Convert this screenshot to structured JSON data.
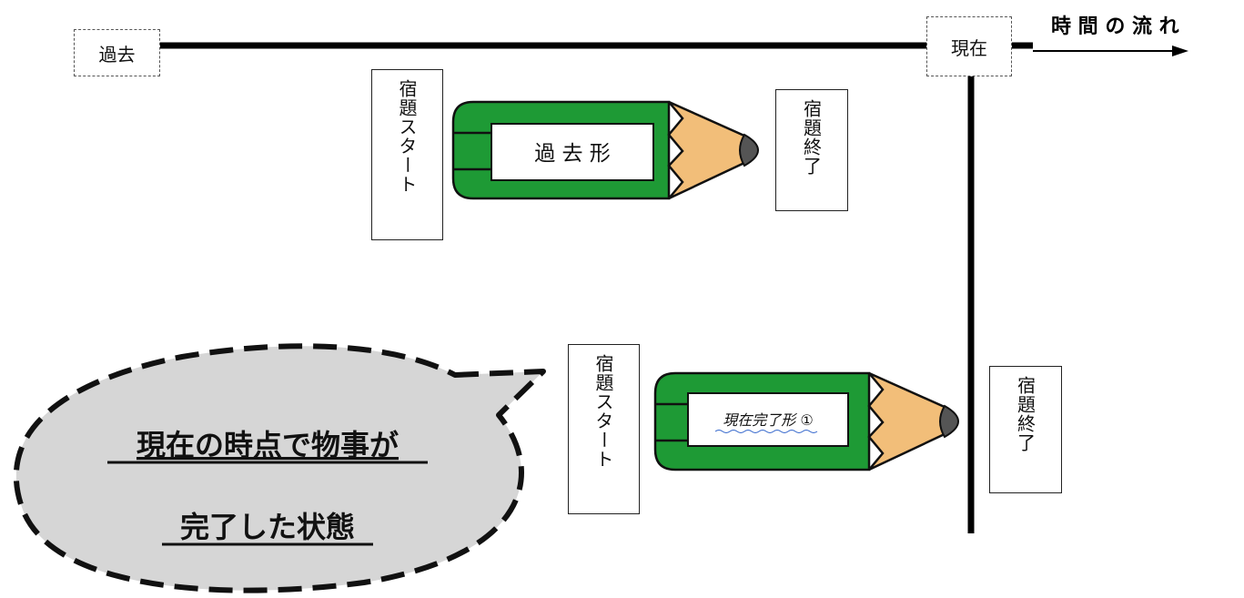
{
  "timeline": {
    "past_label": "過去",
    "present_label": "現在",
    "flow_label": "時 間 の 流 れ"
  },
  "upper": {
    "start_label": "宿題スタート",
    "end_label": "宿題終了",
    "pencil_label": "過 去 形"
  },
  "lower": {
    "start_label": "宿題スタート",
    "end_label": "宿題終了",
    "pencil_label": "現在完了形 ①"
  },
  "bubble": {
    "line1": "現在の時点で物事が",
    "line2": "完了した状態"
  },
  "colors": {
    "pencil_body": "#1e9a35",
    "pencil_wood": "#f2be79",
    "pencil_lead": "#555555",
    "bubble_fill": "#d6d6d6"
  }
}
